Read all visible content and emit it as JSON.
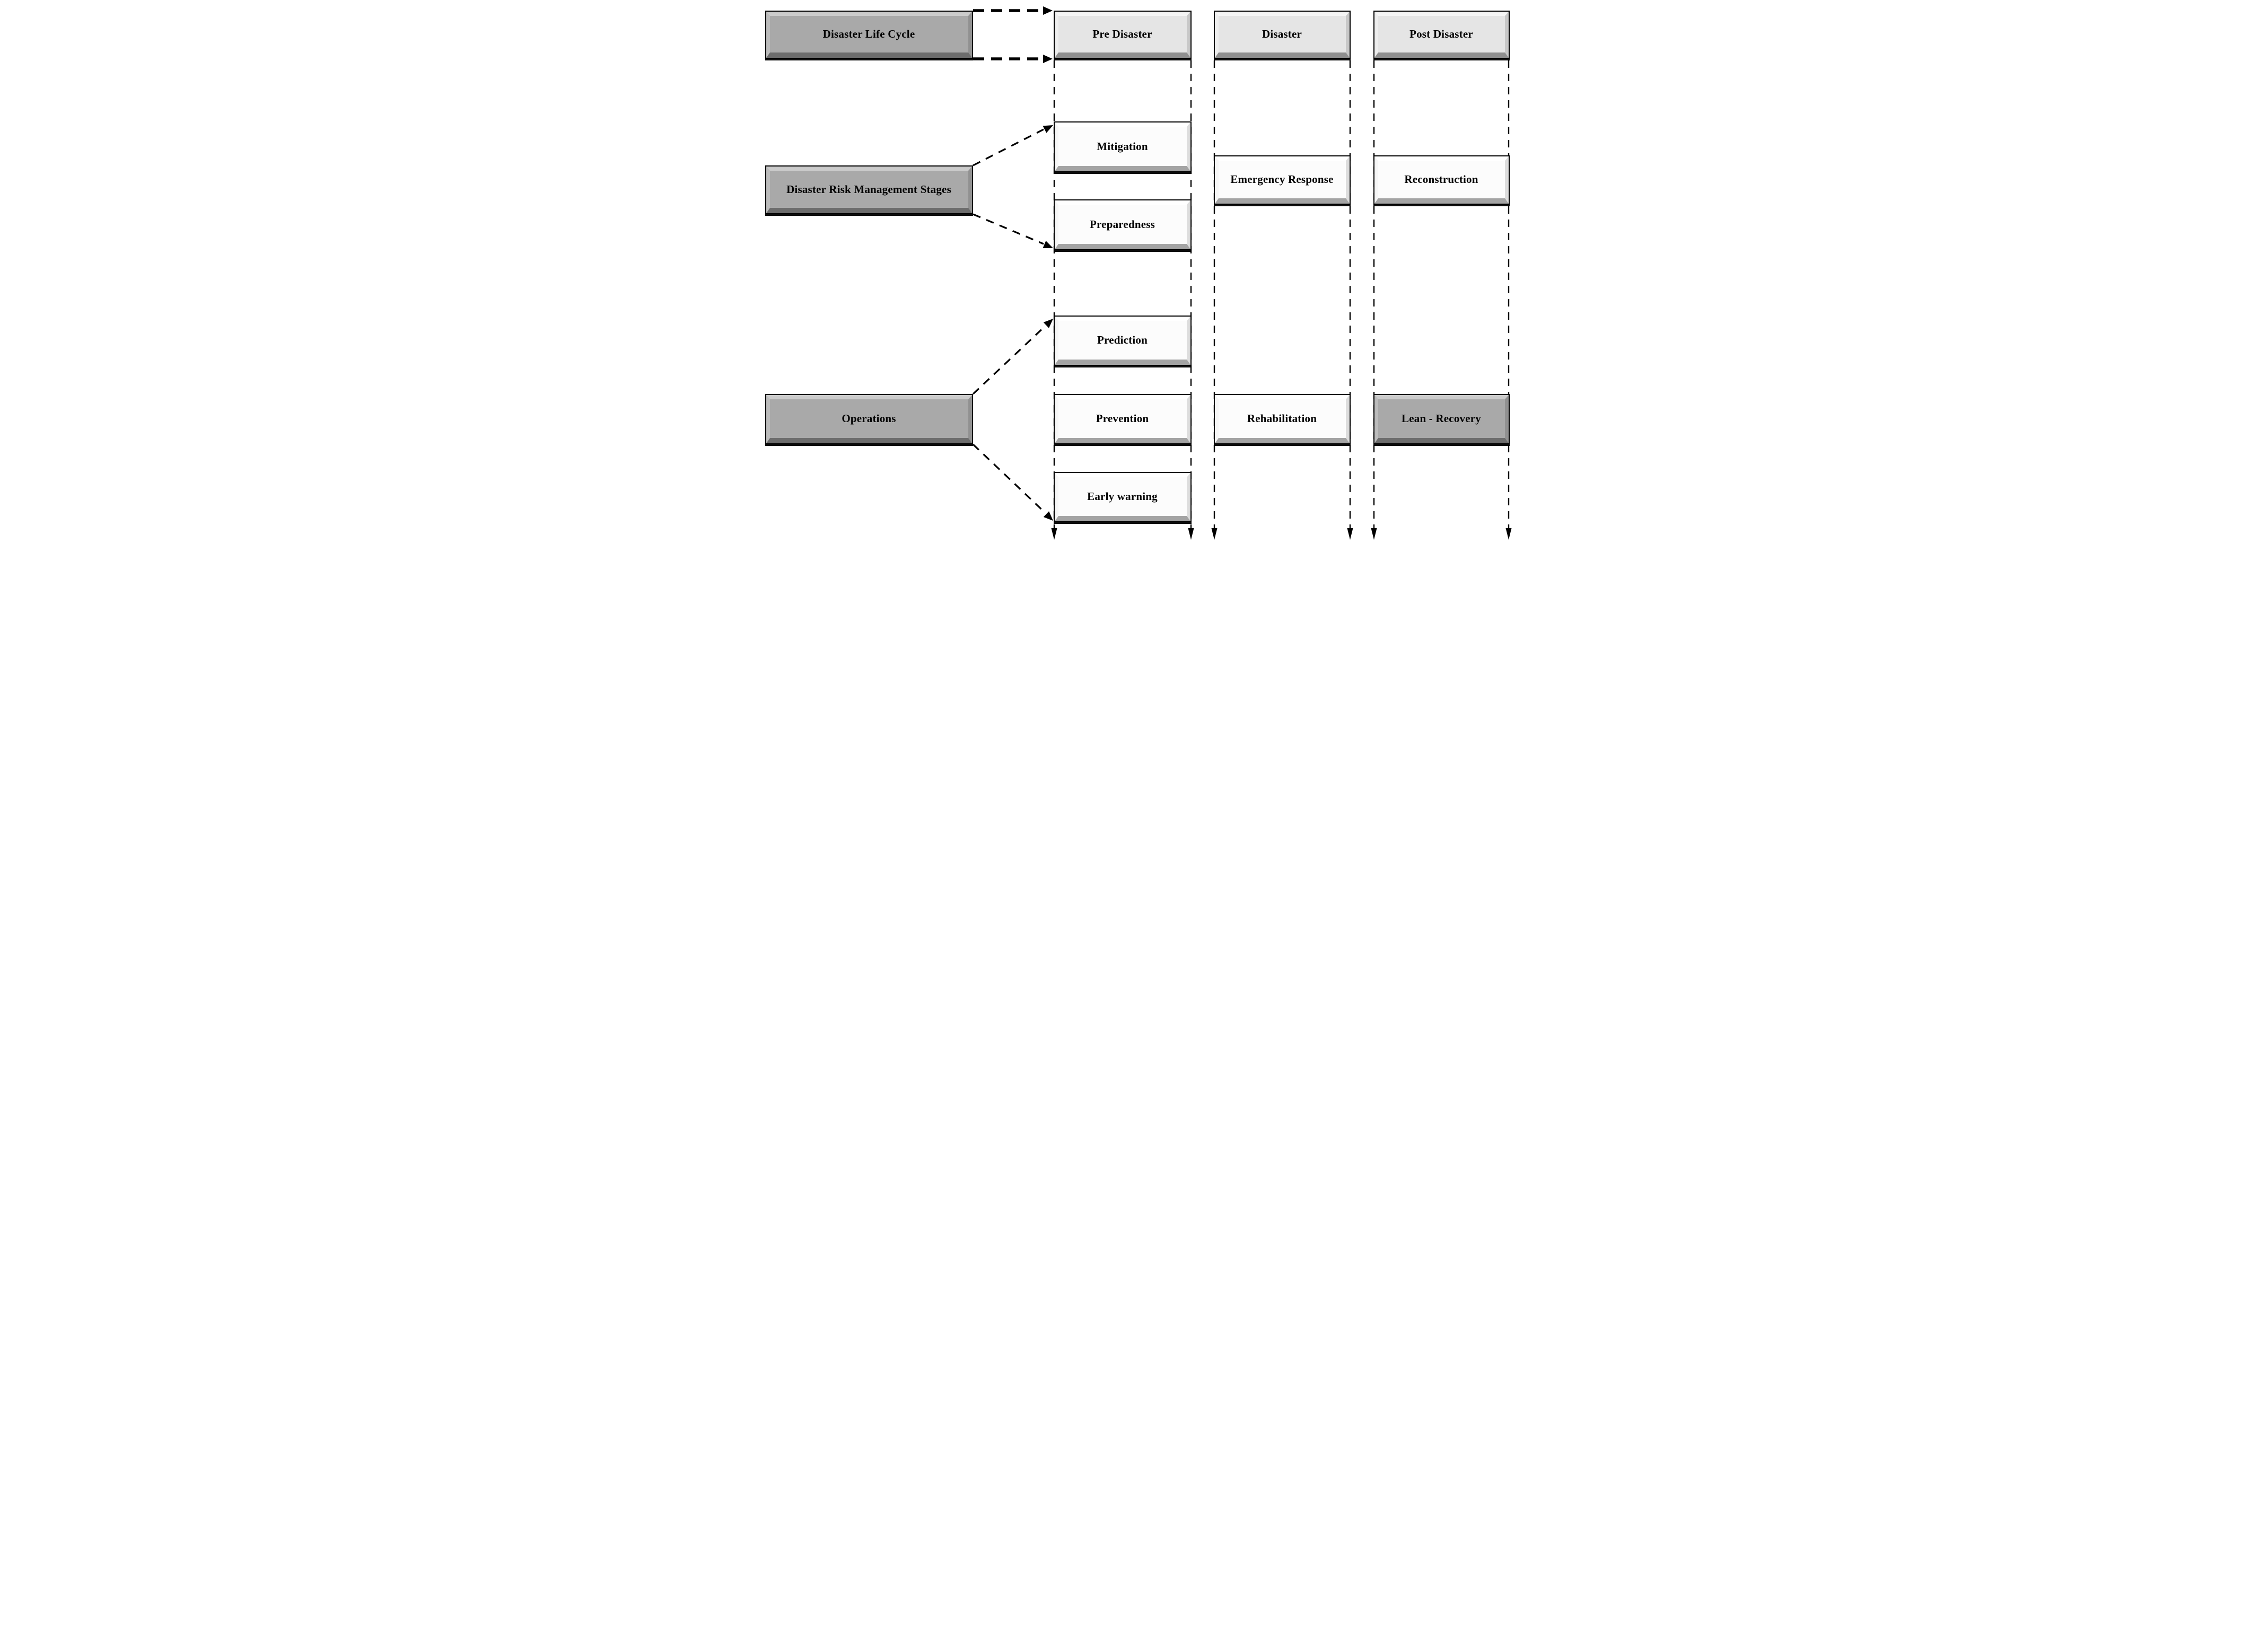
{
  "diagram": {
    "row_headers": [
      {
        "label": "Disaster Life Cycle"
      },
      {
        "label": "Disaster Risk Management Stages"
      },
      {
        "label": "Operations"
      }
    ],
    "column_headers": [
      {
        "label": "Pre Disaster"
      },
      {
        "label": "Disaster"
      },
      {
        "label": "Post Disaster"
      }
    ],
    "boxes": {
      "mitigation": "Mitigation",
      "preparedness": "Preparedness",
      "emergency_response": "Emergency Response",
      "reconstruction": "Reconstruction",
      "prediction": "Prediction",
      "prevention": "Prevention",
      "early_warning": "Early warning",
      "rehabilitation": "Rehabilitation",
      "lean_recovery": "Lean - Recovery"
    },
    "connections": [
      {
        "from": "Disaster Life Cycle",
        "to": "Pre Disaster",
        "edge": "top",
        "style": "dashed-arrow"
      },
      {
        "from": "Disaster Life Cycle",
        "to": "Pre Disaster",
        "edge": "bottom",
        "style": "dashed-arrow"
      },
      {
        "from": "Disaster Risk Management Stages",
        "to": "Mitigation",
        "style": "dashed-arrow"
      },
      {
        "from": "Disaster Risk Management Stages",
        "to": "Preparedness",
        "style": "dashed-arrow"
      },
      {
        "from": "Operations",
        "to": "Prediction",
        "style": "dashed-arrow"
      },
      {
        "from": "Operations",
        "to": "Early warning",
        "style": "dashed-arrow"
      }
    ],
    "guide_lines": {
      "style": "dashed",
      "terminator": "down-arrowhead",
      "per_column": 2
    },
    "colors": {
      "line": "#000000",
      "dark": {
        "fill": "#a9a9a9",
        "top": "#cbcbcb",
        "left": "#bcbcbc",
        "right": "#919191",
        "bottom": "#6d6d6d"
      },
      "light": {
        "fill": "#e5e5e5",
        "top": "#f5f5f5",
        "left": "#eeeeee",
        "right": "#c8c8c8",
        "bottom": "#8f8f8f"
      },
      "white": {
        "fill": "#fcfcfc",
        "top": "#ffffff",
        "left": "#f6f6f6",
        "right": "#dddddd",
        "bottom": "#a4a4a4"
      }
    }
  }
}
